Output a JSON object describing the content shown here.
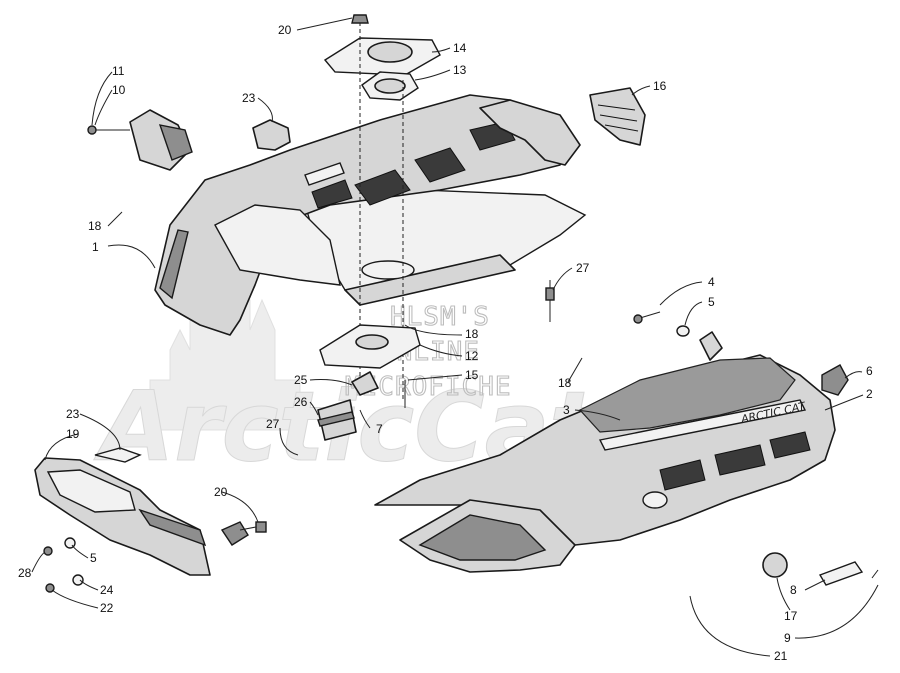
{
  "watermark": {
    "lines": [
      "HLSM'S",
      "ONLINE",
      "MICROFICHE"
    ],
    "brand": "ArcticCat"
  },
  "hood_label": "ARCTIC CAT",
  "callouts": [
    "1",
    "2",
    "3",
    "4",
    "5",
    "6",
    "7",
    "8",
    "9",
    "10",
    "11",
    "12",
    "13",
    "14",
    "15",
    "16",
    "17",
    "18",
    "19",
    "20",
    "21",
    "22",
    "23",
    "24",
    "25",
    "26",
    "27",
    "28"
  ]
}
